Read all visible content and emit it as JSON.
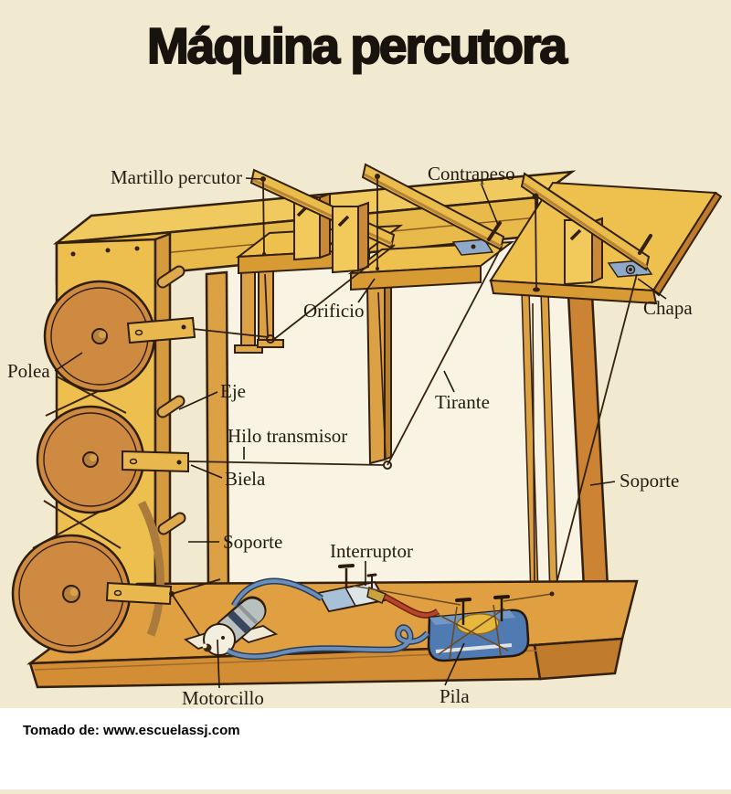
{
  "title": "Máquina percutora",
  "footer": {
    "source_text": "Tomado de: www.escuelassj.com"
  },
  "labels": {
    "martillo_percutor": "Martillo percutor",
    "contrapeso": "Contrapeso",
    "orificio": "Orificio",
    "chapa": "Chapa",
    "polea": "Polea",
    "eje": "Eje",
    "hilo_transmisor": "Hilo transmisor",
    "biela": "Biela",
    "tirante": "Tirante",
    "soporte_derecho": "Soporte",
    "soporte_izquierdo": "Soporte",
    "interruptor": "Interruptor",
    "motorcillo": "Motorcillo",
    "pila": "Pila"
  },
  "colors": {
    "paper": "#f1ead1",
    "paper_inner": "#f8f3e2",
    "wood_light": "#eec14e",
    "wood_mid": "#e7ba4a",
    "wood_orange": "#e0a041",
    "wood_dark": "#cc8434",
    "pulley": "#cf8a41",
    "outline": "#33200d",
    "metal_blue": "#8ea9c9",
    "battery_blue": "#4f7ab2",
    "wire_blue": "#6b8fba",
    "wire_red": "#b5462b",
    "footer_bg": "#ffffff",
    "ink": "#241b10"
  }
}
